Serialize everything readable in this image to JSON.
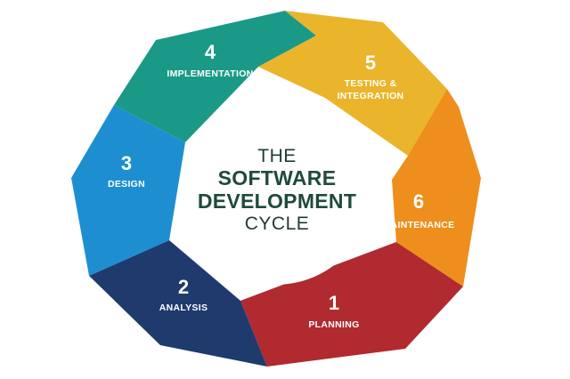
{
  "diagram": {
    "title": {
      "line1": "THE",
      "line2": "SOFTWARE",
      "line3": "DEVELOPMENT",
      "line4": "CYCLE"
    },
    "stages": [
      {
        "number": "1",
        "label_lines": [
          "PLANNING"
        ],
        "color": "#b02a2f"
      },
      {
        "number": "2",
        "label_lines": [
          "ANALYSIS"
        ],
        "color": "#1f3b6e"
      },
      {
        "number": "3",
        "label_lines": [
          "DESIGN"
        ],
        "color": "#1d8fd1"
      },
      {
        "number": "4",
        "label_lines": [
          "IMPLEMENTATION"
        ],
        "color": "#1a9a86"
      },
      {
        "number": "5",
        "label_lines": [
          "TESTING &",
          "INTEGRATION"
        ],
        "color": "#eab42b"
      },
      {
        "number": "6",
        "label_lines": [
          "MAINTENANCE"
        ],
        "color": "#ee8e1c"
      }
    ]
  }
}
